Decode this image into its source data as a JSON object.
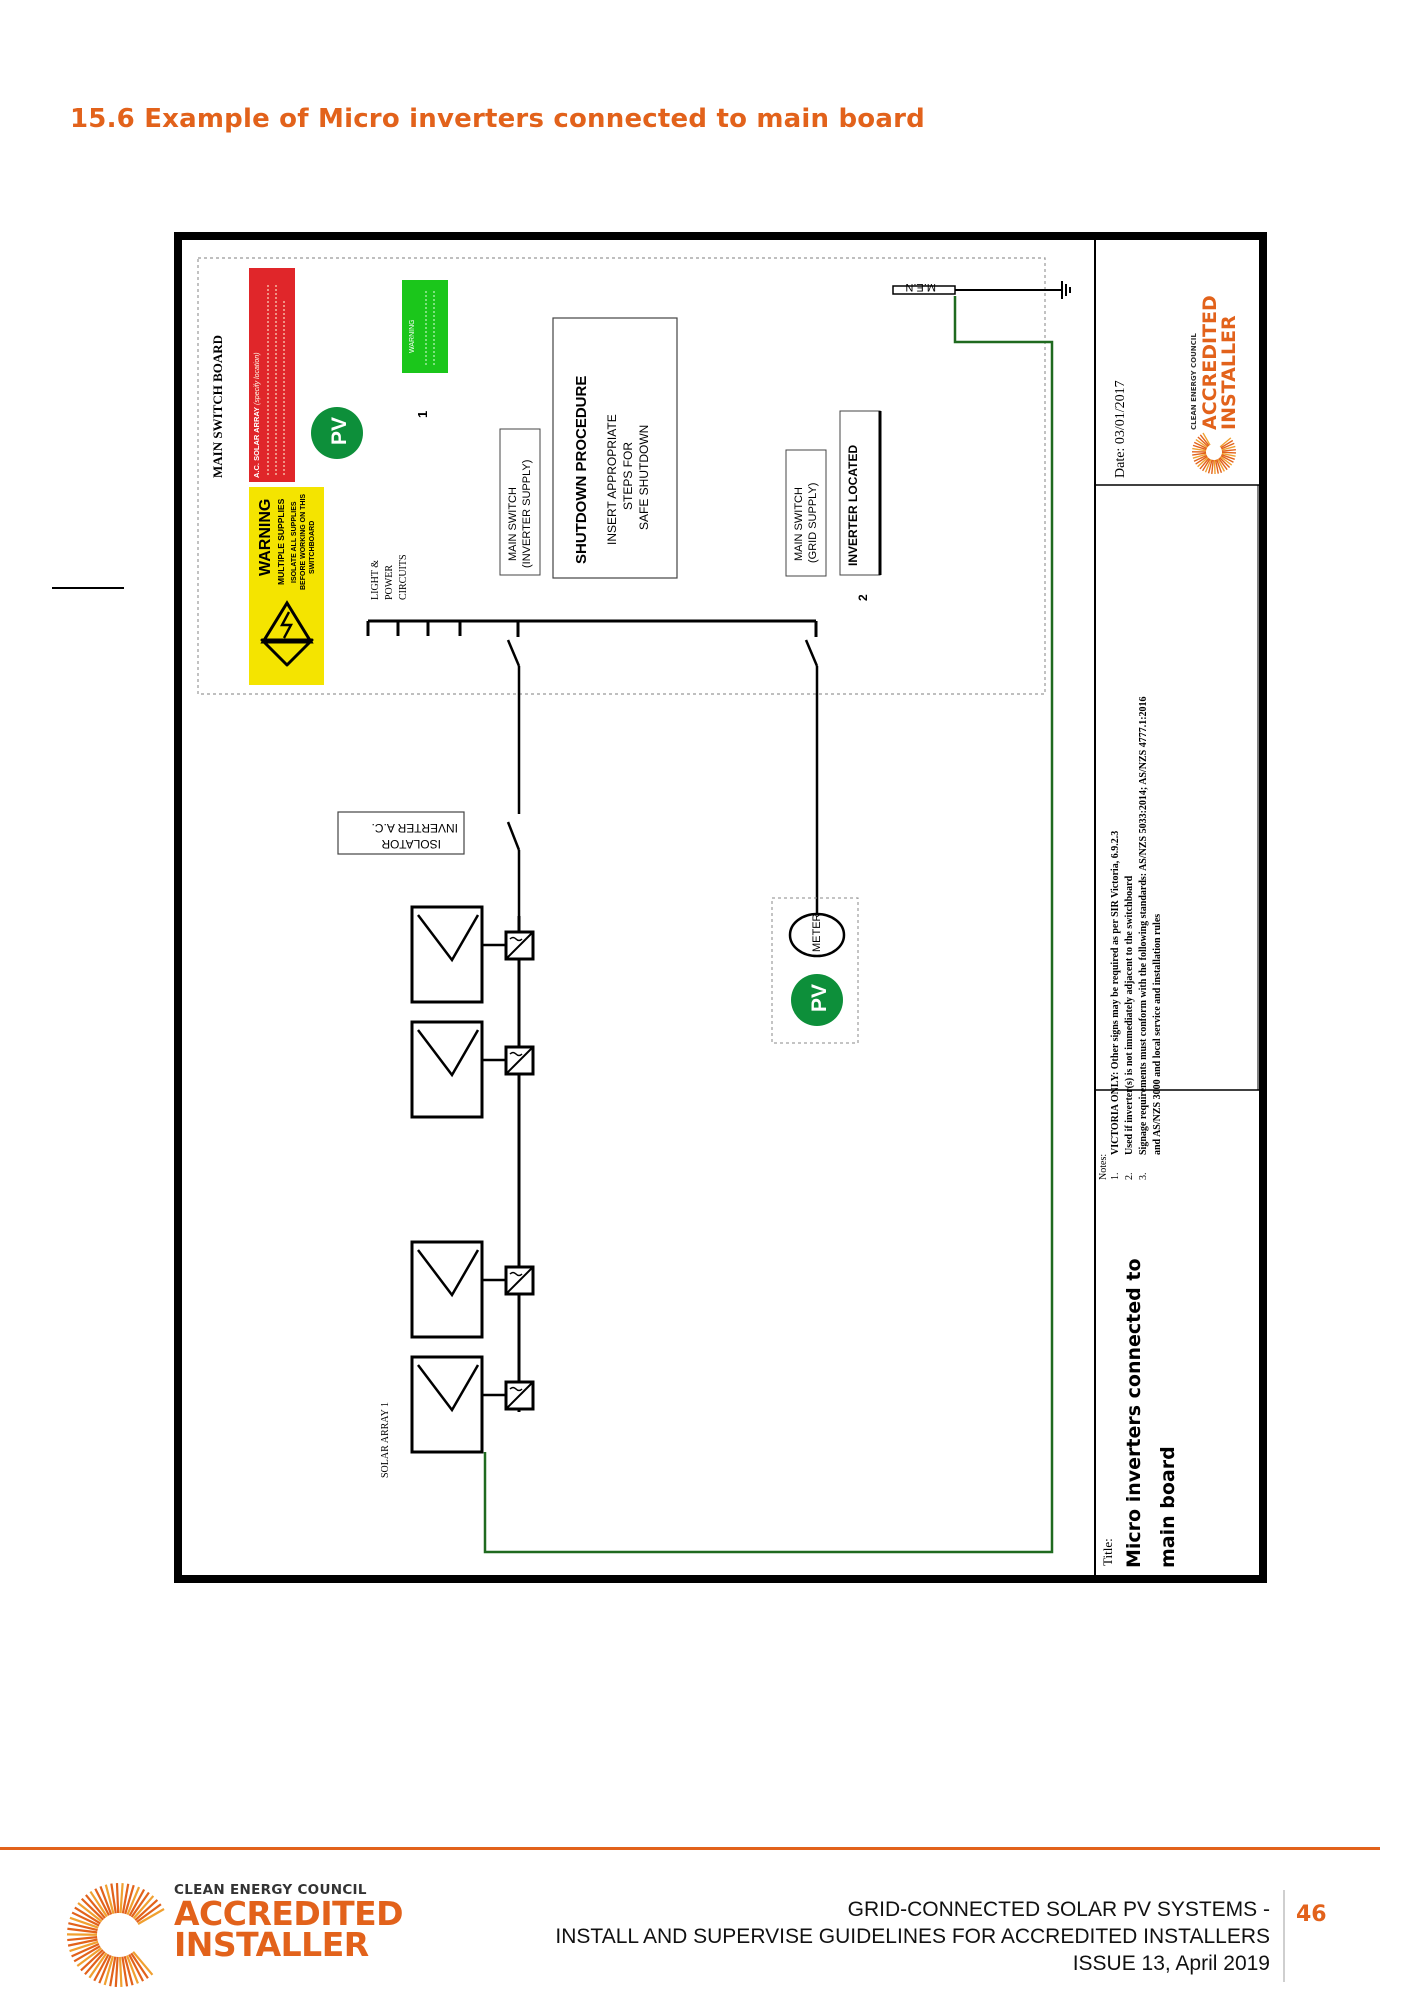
{
  "page": {
    "heading": "15.6 Example of Micro inverters connected to main board"
  },
  "diagram": {
    "board_title": "MAIN SWITCH BOARD",
    "warning_yellow": {
      "title": "WARNING",
      "line1": "MULTIPLE SUPPLIES",
      "line2": "ISOLATE ALL SUPPLIES",
      "line3": "BEFORE WORKING ON THIS",
      "line4": "SWITCHBOARD"
    },
    "warning_red": {
      "title": "A.C. SOLAR ARRAY",
      "subtitle": "(specify location)"
    },
    "warning_green": "WARNING",
    "pv_badge": "PV",
    "note_ref_1": "1",
    "note_ref_2": "2",
    "light_power": [
      "LIGHT &",
      "POWER",
      "CIRCUITS"
    ],
    "main_switch_inverter": [
      "MAIN SWITCH",
      "(INVERTER SUPPLY)"
    ],
    "shutdown": {
      "title": "SHUTDOWN PROCEDURE",
      "lines": [
        "INSERT APPROPRIATE",
        "STEPS FOR",
        "SAFE SHUTDOWN"
      ]
    },
    "main_switch_grid": [
      "MAIN SWITCH",
      "(GRID SUPPLY)"
    ],
    "inverter_located": "INVERTER LOCATED",
    "men": "M.E.N",
    "inverter_isolator": [
      "INVERTER A.C.",
      "ISOLATOR"
    ],
    "meter": "METER",
    "solar_array": "SOLAR ARRAY 1",
    "title_block": {
      "title_label": "Title:",
      "title_lines": [
        "Micro inverters connected to",
        "main board"
      ],
      "notes_label": "Notes:",
      "notes": [
        {
          "num": "1.",
          "text": "VICTORIA ONLY: Other signs may be required as per SIR Victoria, 6.9.2.3"
        },
        {
          "num": "2.",
          "text": "Used if inverter(s) is not immediately adjacent to the switchboard"
        },
        {
          "num": "3.",
          "text": "Signage requirements must conform with the following standards: AS/NZS 5033:2014; AS/NZS 4777.1:2016"
        },
        {
          "num": "",
          "text": "and AS/NZS 3000 and local service and installation rules"
        }
      ],
      "date": "Date: 03/01/2017",
      "logo_small": "CLEAN ENERGY COUNCIL",
      "logo_l1": "ACCREDITED",
      "logo_l2": "INSTALLER"
    }
  },
  "footer": {
    "logo_small": "CLEAN ENERGY COUNCIL",
    "logo_l1": "ACCREDITED",
    "logo_l2": "INSTALLER",
    "line1": "GRID-CONNECTED SOLAR PV SYSTEMS -",
    "line2": "INSTALL AND SUPERVISE GUIDELINES FOR ACCREDITED INSTALLERS",
    "line3": "ISSUE 13, April 2019",
    "page_number": "46"
  },
  "colors": {
    "accent": "#e2621b",
    "green_wire": "#1f6a1f",
    "pv_green": "#0d8f3a",
    "warning_yellow": "#f4e400",
    "warning_red": "#e0262a",
    "warning_green": "#1bc61b"
  }
}
